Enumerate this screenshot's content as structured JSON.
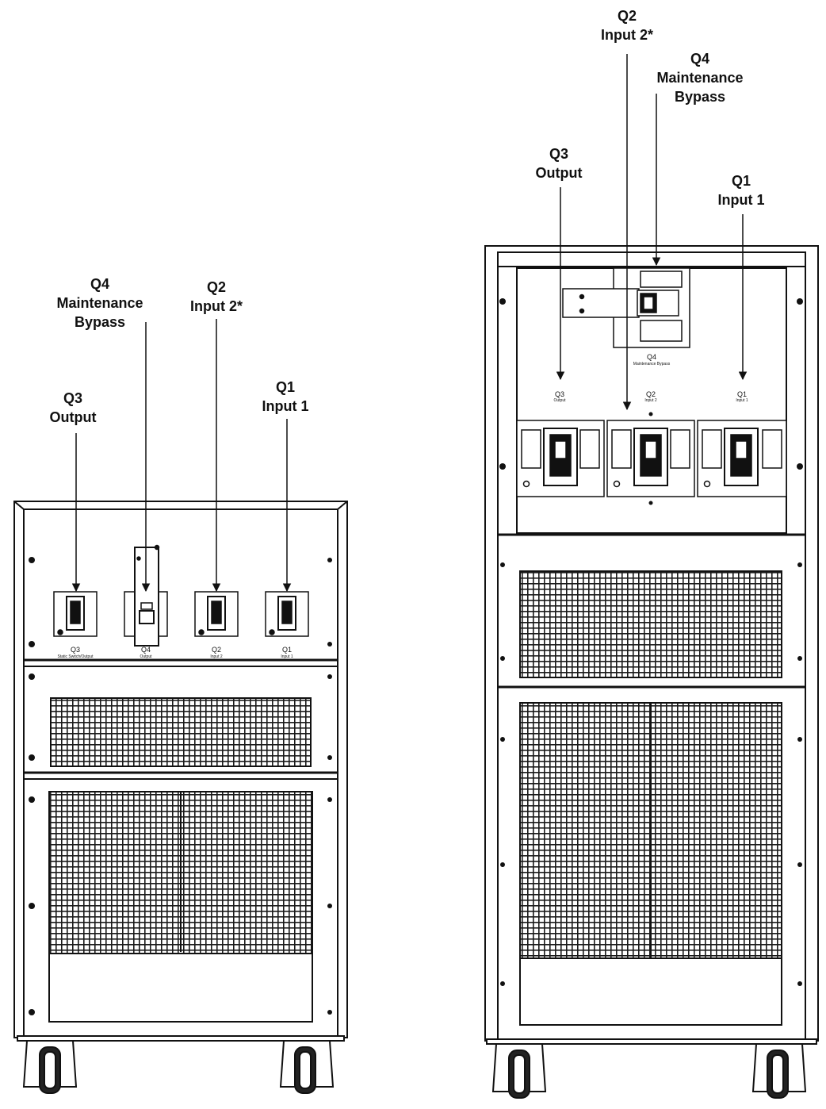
{
  "left_unit": {
    "labels": {
      "q4": {
        "code": "Q4",
        "line1": "Maintenance",
        "line2": "Bypass"
      },
      "q2": {
        "code": "Q2",
        "line1": "Input 2*"
      },
      "q3": {
        "code": "Q3",
        "line1": "Output"
      },
      "q1": {
        "code": "Q1",
        "line1": "Input 1"
      }
    },
    "switch_tags": {
      "q3": {
        "code": "Q3",
        "sub": "Static Switch/Output"
      },
      "q4": {
        "code": "Q4",
        "sub": "Output"
      },
      "q2": {
        "code": "Q2",
        "sub": "Input 2"
      },
      "q1": {
        "code": "Q1",
        "sub": "Input 1"
      }
    }
  },
  "right_unit": {
    "labels": {
      "q2": {
        "code": "Q2",
        "line1": "Input 2*"
      },
      "q4": {
        "code": "Q4",
        "line1": "Maintenance",
        "line2": "Bypass"
      },
      "q3": {
        "code": "Q3",
        "line1": "Output"
      },
      "q1": {
        "code": "Q1",
        "line1": "Input 1"
      }
    },
    "switch_tags": {
      "q4": {
        "code": "Q4",
        "sub": "Maintenance Bypass"
      },
      "q3": {
        "code": "Q3",
        "sub": "Output"
      },
      "q2": {
        "code": "Q2",
        "sub": "Input 2"
      },
      "q1": {
        "code": "Q1",
        "sub": "Input 1"
      }
    }
  }
}
